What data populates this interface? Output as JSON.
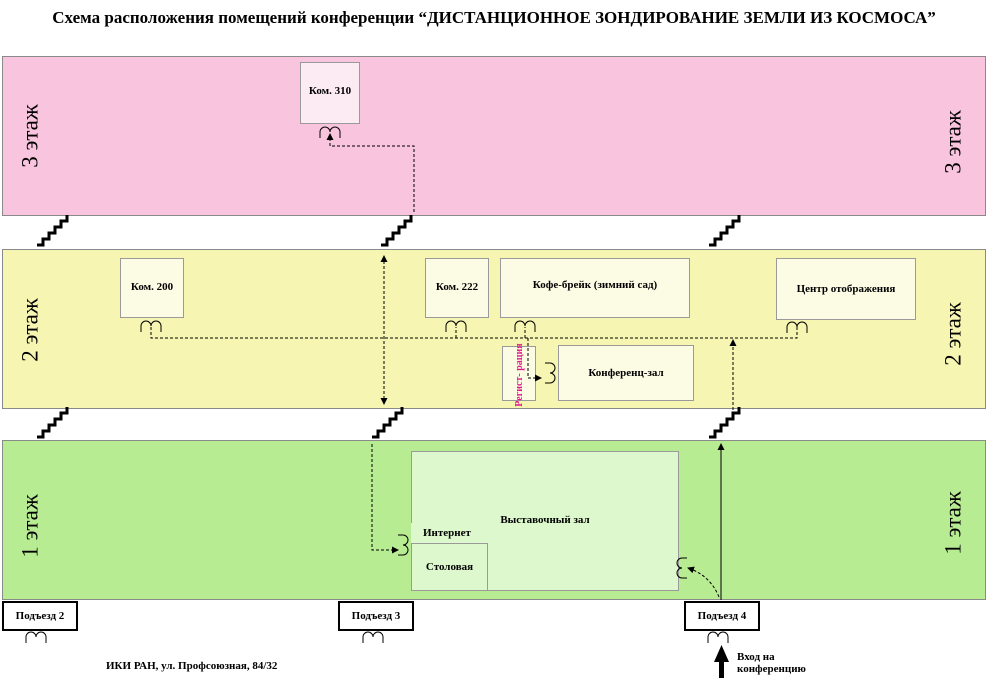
{
  "title": "Схема расположения помещений конференции “ДИСТАНЦИОННОЕ ЗОНДИРОВАНИЕ ЗЕМЛИ ИЗ КОСМОСА”",
  "floors": {
    "third": {
      "label": "3 этаж",
      "color": "#f9c4dd"
    },
    "second": {
      "label": "2 этаж",
      "color": "#f6f5b2"
    },
    "first": {
      "label": "1 этаж",
      "color": "#b8ec93"
    }
  },
  "rooms": {
    "kom310": "Ком. 310",
    "kom200": "Ком. 200",
    "kom222": "Ком. 222",
    "coffee": "Кофе-брейк (зимний сад)",
    "center": "Центр отображения",
    "registration": "Регист- рация",
    "conference": "Конференц-зал",
    "internet": "Интернет",
    "exhibition": "Выставочный зал",
    "dining": "Столовая"
  },
  "entrances": {
    "e2": "Подъезд 2",
    "e3": "Подъезд 3",
    "e4": "Подъезд 4"
  },
  "address": "ИКИ РАН, ул. Профсоюзная, 84/32",
  "entry_label": "Вход на конференцию",
  "colors": {
    "registration_text": "#e0198a"
  }
}
